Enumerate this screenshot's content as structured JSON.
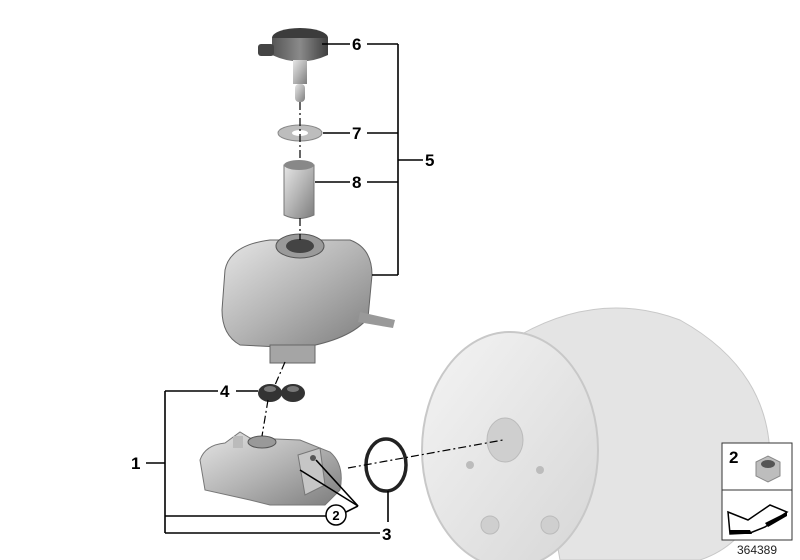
{
  "diagram": {
    "callouts": [
      {
        "id": "6",
        "label": "6"
      },
      {
        "id": "7",
        "label": "7"
      },
      {
        "id": "8",
        "label": "8"
      },
      {
        "id": "5",
        "label": "5"
      },
      {
        "id": "4",
        "label": "4"
      },
      {
        "id": "1",
        "label": "1"
      },
      {
        "id": "2",
        "label": "2"
      },
      {
        "id": "3",
        "label": "3"
      }
    ],
    "legend": {
      "part_number": "2"
    },
    "document_id": "364389"
  }
}
